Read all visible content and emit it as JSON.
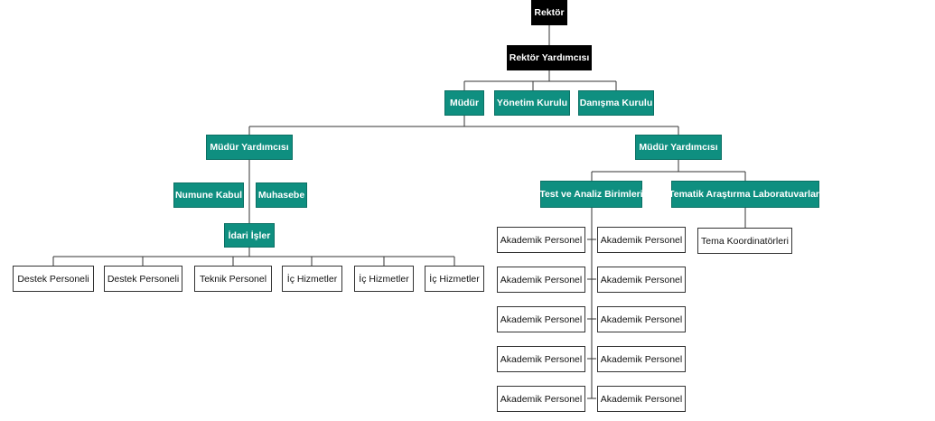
{
  "colors": {
    "dark": "#000000",
    "teal": "#0f8f80",
    "white": "#ffffff",
    "line": "#333333"
  },
  "nodes": {
    "rektor": "Rektör",
    "rektor_yardimcisi": "Rektör Yardımcısı",
    "mudur": "Müdür",
    "yonetim_kurulu": "Yönetim Kurulu",
    "danisma_kurulu": "Danışma Kurulu",
    "mudur_yardimcisi_left": "Müdür Yardımcısı",
    "mudur_yardimcisi_right": "Müdür Yardımcısı",
    "numune_kabul": "Numune Kabul",
    "muhasebe": "Muhasebe",
    "idari_isler": "İdari İşler",
    "staff": [
      "Destek Personeli",
      "Destek Personeli",
      "Teknik Personel",
      "İç Hizmetler",
      "İç Hizmetler",
      "İç Hizmetler"
    ],
    "test_analiz": "Test ve Analiz Birimleri",
    "tematik": "Tematik Araştırma Laboratuvarları",
    "tema_koordinatorleri": "Tema Koordinatörleri",
    "akademik_left": [
      "Akademik Personel",
      "Akademik Personel",
      "Akademik Personel",
      "Akademik Personel",
      "Akademik Personel"
    ],
    "akademik_right": [
      "Akademik Personel",
      "Akademik Personel",
      "Akademik Personel",
      "Akademik Personel",
      "Akademik Personel"
    ]
  }
}
